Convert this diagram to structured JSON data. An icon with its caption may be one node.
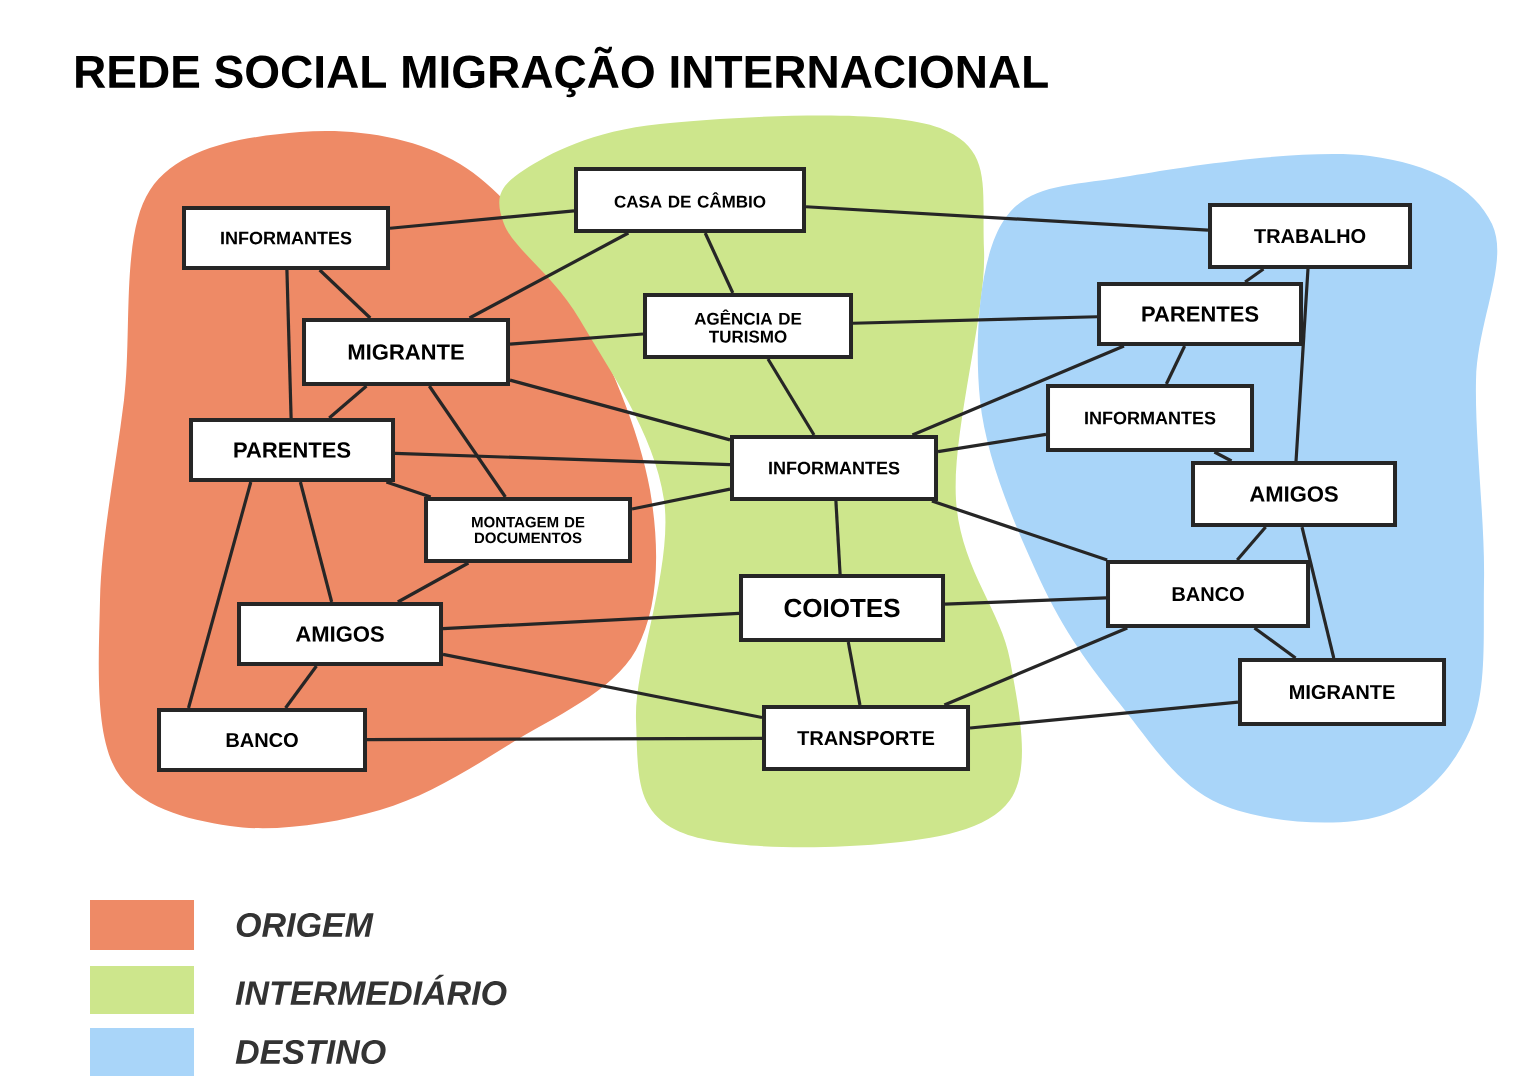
{
  "diagram": {
    "title": "REDE SOCIAL MIGRAÇÃO INTERNACIONAL",
    "nodes": [
      {
        "text": [
          "INFORMANTES"
        ]
      },
      {
        "text": [
          "MIGRANTE"
        ]
      },
      {
        "text": [
          "PARENTES"
        ]
      },
      {
        "text": [
          "MONTAGEM DE DOCUMENTOS"
        ]
      },
      {
        "text": [
          "AMIGOS"
        ]
      },
      {
        "text": [
          "BANCO"
        ]
      },
      {
        "text": [
          "CASA DE CÂMBIO"
        ]
      },
      {
        "text": [
          "AGÊNCIA DE TURISMO"
        ]
      },
      {
        "text": [
          "INFORMANTES"
        ]
      },
      {
        "text": [
          "COIOTES"
        ]
      },
      {
        "text": [
          "TRANSPORTE"
        ]
      },
      {
        "text": [
          "TRABALHO"
        ]
      },
      {
        "text": [
          "PARENTES"
        ]
      },
      {
        "text": [
          "INFORMANTES"
        ]
      },
      {
        "text": [
          "AMIGOS"
        ]
      },
      {
        "text": [
          "BANCO"
        ]
      },
      {
        "text": [
          "MIGRANTE"
        ]
      }
    ],
    "edges": [
      {
        "from": 0,
        "to": 1,
        "arrow": "none"
      },
      {
        "from": 0,
        "to": 2,
        "arrow": "none"
      },
      {
        "from": 0,
        "to": 6,
        "arrow": "none"
      },
      {
        "from": 1,
        "to": 6,
        "arrow": "none"
      },
      {
        "from": 1,
        "to": 7,
        "arrow": "none"
      },
      {
        "from": 1,
        "to": 2,
        "arrow": "none"
      },
      {
        "from": 1,
        "to": 3,
        "arrow": "none"
      },
      {
        "from": 1,
        "to": 8,
        "arrow": "none"
      },
      {
        "from": 2,
        "to": 8,
        "arrow": "none"
      },
      {
        "from": 2,
        "to": 3,
        "arrow": "none"
      },
      {
        "from": 2,
        "to": 4,
        "arrow": "none"
      },
      {
        "from": 2,
        "to": 5,
        "arrow": "none"
      },
      {
        "from": 3,
        "to": 8,
        "arrow": "none"
      },
      {
        "from": 3,
        "to": 4,
        "arrow": "none"
      },
      {
        "from": 4,
        "to": 9,
        "arrow": "none"
      },
      {
        "from": 4,
        "to": 10,
        "arrow": "none"
      },
      {
        "from": 4,
        "to": 5,
        "arrow": "none"
      },
      {
        "from": 5,
        "to": 10,
        "arrow": "none"
      },
      {
        "from": 6,
        "to": 7,
        "arrow": "none"
      },
      {
        "from": 6,
        "to": 11,
        "arrow": "none"
      },
      {
        "from": 7,
        "to": 8,
        "arrow": "none"
      },
      {
        "from": 7,
        "to": 12,
        "arrow": "none"
      },
      {
        "from": 8,
        "to": 12,
        "arrow": "none"
      },
      {
        "from": 8,
        "to": 13,
        "arrow": "none"
      },
      {
        "from": 8,
        "to": 15,
        "arrow": "none"
      },
      {
        "from": 8,
        "to": 9,
        "arrow": "none"
      },
      {
        "from": 9,
        "to": 10,
        "arrow": "none"
      },
      {
        "from": 9,
        "to": 15,
        "arrow": "none"
      },
      {
        "from": 10,
        "to": 15,
        "arrow": "none"
      },
      {
        "from": 10,
        "to": 16,
        "arrow": "none"
      },
      {
        "from": 11,
        "to": 12,
        "arrow": "none"
      },
      {
        "from": 11,
        "to": 14,
        "arrow": "none"
      },
      {
        "from": 12,
        "to": 13,
        "arrow": "none"
      },
      {
        "from": 13,
        "to": 14,
        "arrow": "none"
      },
      {
        "from": 14,
        "to": 15,
        "arrow": "none"
      },
      {
        "from": 14,
        "to": 16,
        "arrow": "none"
      },
      {
        "from": 15,
        "to": 16,
        "arrow": "none"
      }
    ],
    "legend": [
      {
        "text": "ORIGEM",
        "color": "#ee8a66"
      },
      {
        "text": "INTERMEDIÁRIO",
        "color": "#cde68c"
      },
      {
        "text": "DESTINO",
        "color": "#a9d5f9"
      }
    ]
  }
}
